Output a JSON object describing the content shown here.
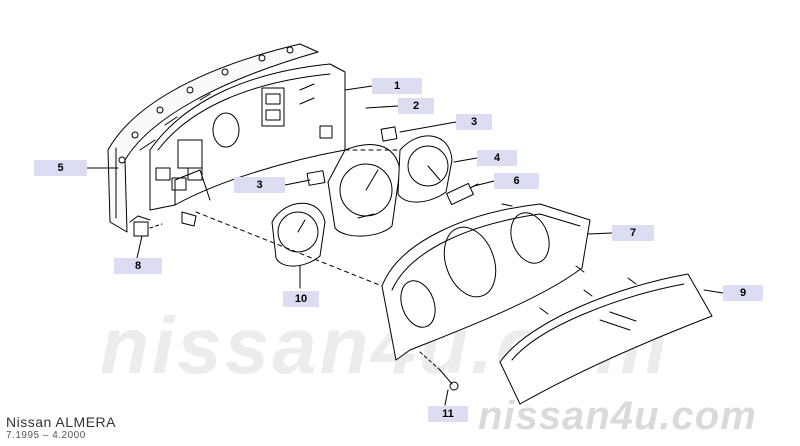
{
  "header": {
    "model": "Nissan  ALMERA",
    "years": "7.1995 – 4.2000"
  },
  "watermarks": {
    "big": "nissan4u.com",
    "small": "nissan4u.com"
  },
  "callouts": {
    "c1": "1",
    "c2": "2",
    "c3a": "3",
    "c3b": "3",
    "c4": "4",
    "c5": "5",
    "c6": "6",
    "c7": "7",
    "c8": "8",
    "c9": "9",
    "c10": "10",
    "c11": "11"
  },
  "colors": {
    "callout_bg": "#dcdcf2",
    "line": "#000000",
    "watermark": "#e6e6e6"
  }
}
